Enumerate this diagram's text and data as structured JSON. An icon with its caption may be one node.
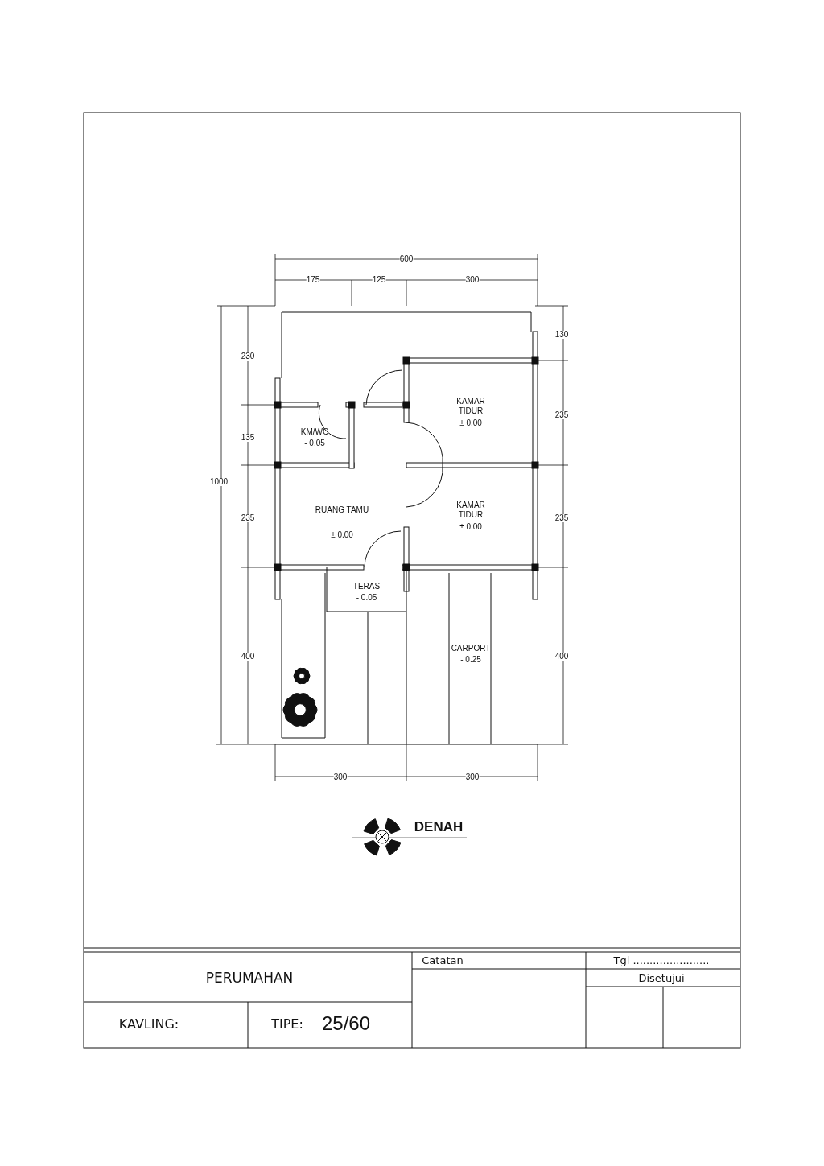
{
  "diagram": {
    "title": "DENAH",
    "nodes": [
      {
        "text": [
          "KM/WC",
          "- 0.05"
        ]
      },
      {
        "text": [
          "KAMAR TIDUR",
          "± 0.00"
        ]
      },
      {
        "text": [
          "RUANG TAMU",
          "± 0.00"
        ]
      },
      {
        "text": [
          "KAMAR TIDUR",
          "± 0.00"
        ]
      },
      {
        "text": [
          "TERAS",
          "- 0.05"
        ]
      },
      {
        "text": [
          "CARPORT",
          "- 0.25"
        ]
      }
    ],
    "labels": [
      "600",
      "175",
      "125",
      "300",
      "130",
      "230",
      "235",
      "135",
      "1000",
      "235",
      "235",
      "400",
      "400",
      "300",
      "300",
      "PERUMAHAN",
      "Catatan",
      "Tgl .......................",
      "Disetujui",
      "KAVLING:",
      "TIPE:",
      "25/60"
    ]
  }
}
